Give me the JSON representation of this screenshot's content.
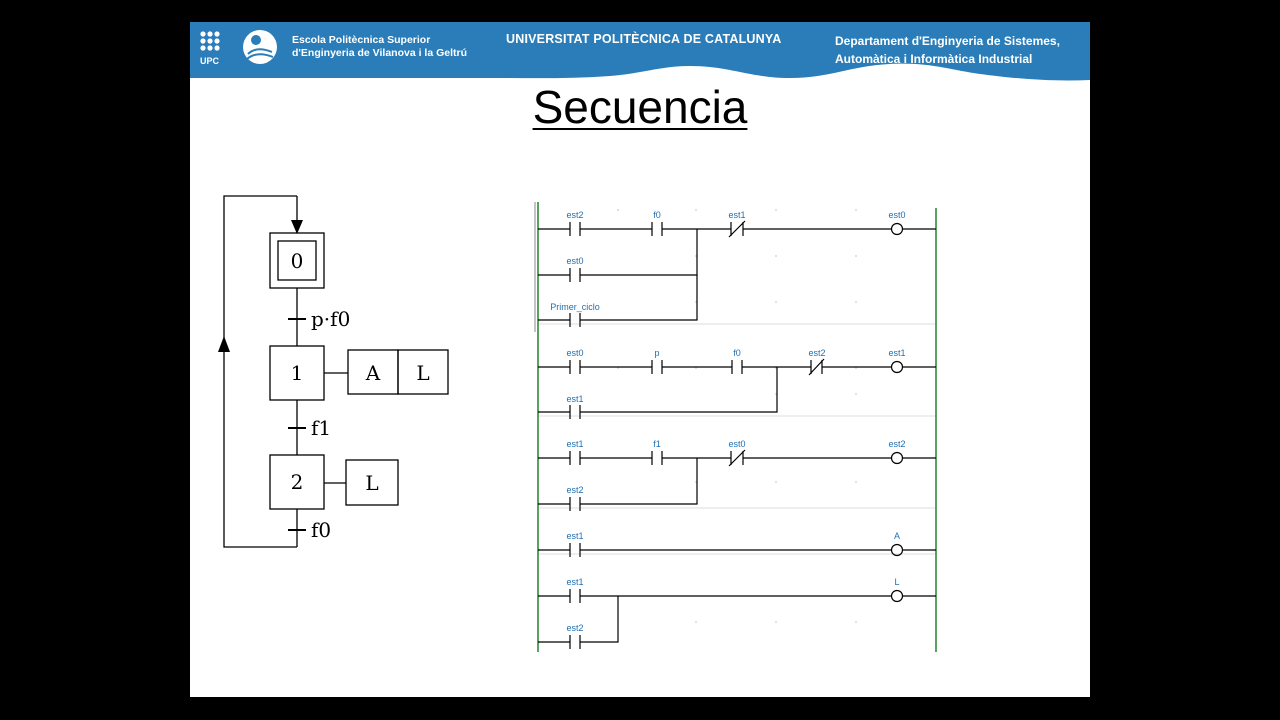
{
  "header": {
    "logo_text": "UPC",
    "school_line1": "Escola Politècnica Superior",
    "school_line2": "d'Enginyeria de Vilanova i la Geltrú",
    "university": "UNIVERSITAT POLITÈCNICA DE CATALUNYA",
    "department_line1": "Departament d'Enginyeria de Sistemes,",
    "department_line2": "Automàtica i Informàtica Industrial",
    "banner_color": "#2a7db8"
  },
  "slide": {
    "title": "Secuencia"
  },
  "grafcet": {
    "steps": [
      {
        "label": "0",
        "initial": true,
        "actions": []
      },
      {
        "label": "1",
        "initial": false,
        "actions": [
          "A",
          "L"
        ]
      },
      {
        "label": "2",
        "initial": false,
        "actions": [
          "L"
        ]
      }
    ],
    "transitions": [
      "p·f0",
      "f1",
      "f0"
    ]
  },
  "ladder": {
    "rung1": {
      "contacts": [
        "est2",
        "f0",
        "est1"
      ],
      "branch": [
        "est0",
        "Primer_ciclo"
      ],
      "coil": "est0"
    },
    "rung2": {
      "contacts": [
        "est0",
        "p",
        "f0",
        "est2"
      ],
      "branch": [
        "est1"
      ],
      "coil": "est1"
    },
    "rung3": {
      "contacts": [
        "est1",
        "f1",
        "est0"
      ],
      "branch": [
        "est2"
      ],
      "coil": "est2"
    },
    "rung4": {
      "contacts": [
        "est1"
      ],
      "coil": "A"
    },
    "rung5": {
      "contacts": [
        "est1"
      ],
      "branch": [
        "est2"
      ],
      "coil": "L"
    }
  }
}
